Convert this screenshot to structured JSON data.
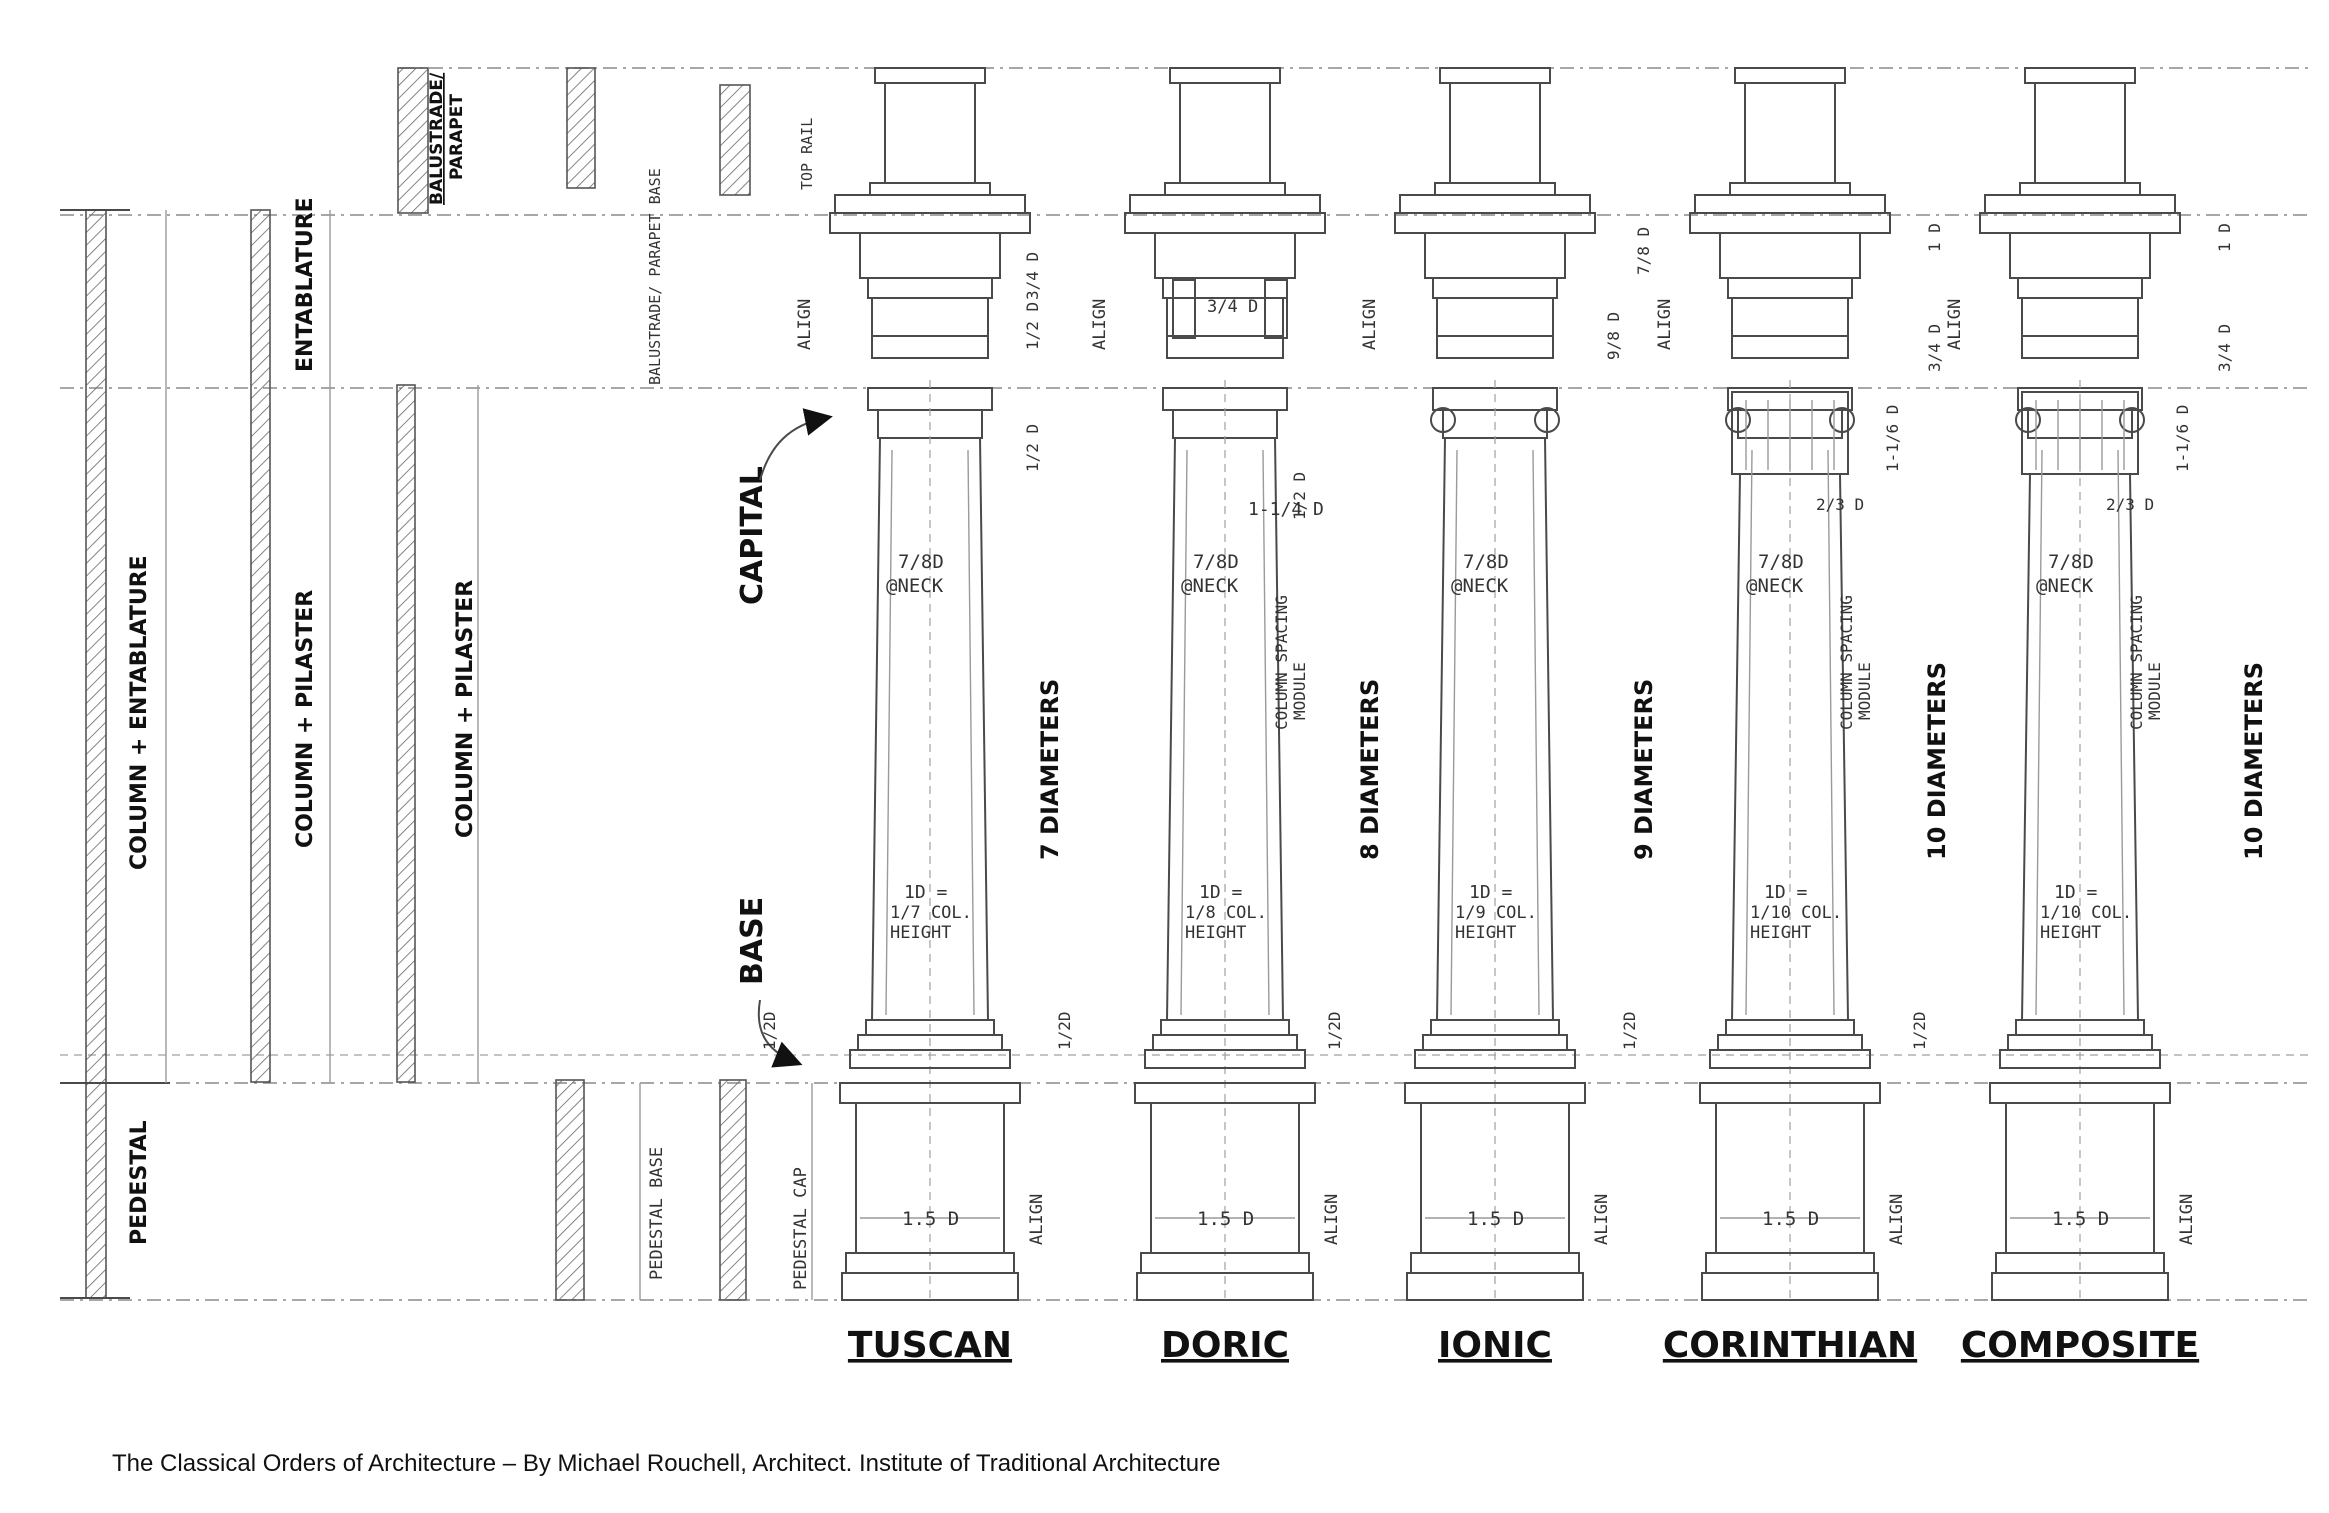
{
  "caption": "The Classical Orders of Architecture – By Michael Rouchell, Architect. Institute of Traditional Architecture",
  "orders": [
    {
      "name": "TUSCAN",
      "height": "7 DIAMETERS",
      "diameter_note": [
        "1D =",
        "1/7 COL.",
        "HEIGHT"
      ]
    },
    {
      "name": "DORIC",
      "height": "8 DIAMETERS",
      "diameter_note": [
        "1D =",
        "1/8 COL.",
        "HEIGHT"
      ]
    },
    {
      "name": "IONIC",
      "height": "9 DIAMETERS",
      "diameter_note": [
        "1D =",
        "1/9 COL.",
        "HEIGHT"
      ]
    },
    {
      "name": "CORINTHIAN",
      "height": "10 DIAMETERS",
      "diameter_note": [
        "1D =",
        "1/10 COL.",
        "HEIGHT"
      ]
    },
    {
      "name": "COMPOSITE",
      "height": "10 DIAMETERS",
      "diameter_note": [
        "1D =",
        "1/10 COL.",
        "HEIGHT"
      ]
    }
  ],
  "left_labels": {
    "column_entablature": "COLUMN + ENTABLATURE",
    "pedestal": "PEDESTAL",
    "entablature": "ENTABLATURE",
    "column_pilaster_1": "COLUMN + PILASTER",
    "column_pilaster_2": "COLUMN + PILASTER",
    "balustrade": "BALUSTRADE/",
    "parapet": "PARAPET",
    "balustrade_base": "BALUSTRADE/ PARAPET BASE",
    "pedestal_base": "PEDESTAL BASE",
    "pedestal_cap": "PEDESTAL CAP",
    "top_rail": "TOP RAIL"
  },
  "callouts": {
    "capital": "CAPITAL",
    "base": "BASE"
  },
  "annotations": {
    "neck": [
      "7/8D",
      "@NECK"
    ],
    "plinth": "1.5 D",
    "align": "ALIGN",
    "spacing": [
      "COLUMN SPACING",
      "MODULE"
    ],
    "triglyph": "3/4 D",
    "doric_spacing": "1-1/4 D",
    "base_height": "1/2D",
    "capital_height": "1/2 D",
    "corinthian_capital_height": "1-1/6 D",
    "cap_width": "2/3 D",
    "entablature_a": "3/4 D",
    "entablature_b": "1/2 D",
    "entablature_c": "1 D",
    "frieze_7_8": "7/8 D",
    "frieze_9_8": "9/8 D"
  }
}
